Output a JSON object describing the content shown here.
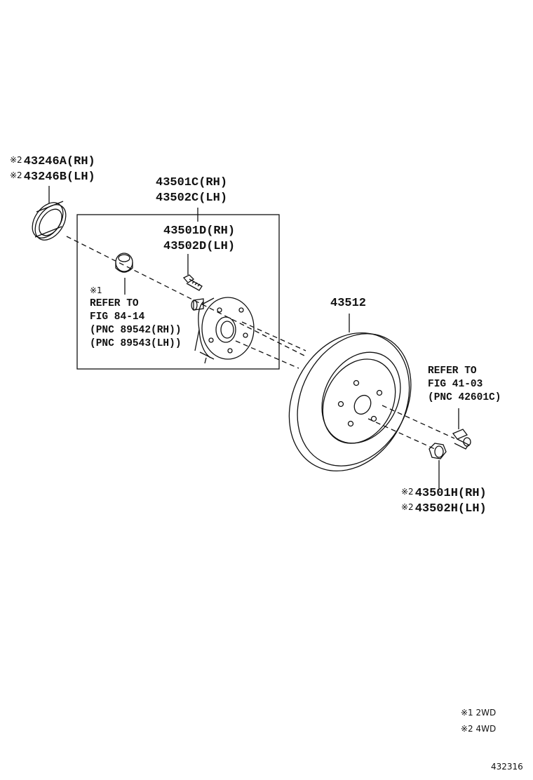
{
  "labels": {
    "seal_rh": "43246A(RH)",
    "seal_lh": "43246B(LH)",
    "seal_mark": "※2",
    "hub_rh": "43501C(RH)",
    "hub_lh": "43502C(LH)",
    "bolt_rh": "43501D(RH)",
    "bolt_lh": "43502D(LH)",
    "disc": "43512",
    "nut_rh": "43501H(RH)",
    "nut_lh": "43502H(LH)",
    "nut_mark": "※2"
  },
  "refer_sensor": {
    "mark": "※1",
    "line1": "REFER TO",
    "line2": "FIG 84-14",
    "line3": "(PNC 89542(RH))",
    "line4": "(PNC 89543(LH))"
  },
  "refer_bolt": {
    "line1": "REFER TO",
    "line2": "FIG 41-03",
    "line3": "(PNC 42601C)"
  },
  "footnotes": [
    {
      "mark": "※1",
      "text": "2WD"
    },
    {
      "mark": "※2",
      "text": "4WD"
    }
  ],
  "figure_number": "432316"
}
